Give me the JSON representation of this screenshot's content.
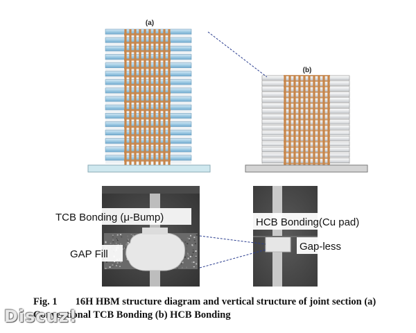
{
  "figure": {
    "panel_a_label": "(a)",
    "panel_b_label": "(b)",
    "labels": {
      "tcb_bonding": "TCB Bonding (μ-Bump)",
      "gap_fill": "GAP Fill",
      "hcb_bonding": "HCB Bonding(Cu pad)",
      "gap_less": "Gap-less"
    },
    "colors": {
      "die_blue": "#9fcbe4",
      "die_light": "#eef2f5",
      "tsv_copper": "#c8864a",
      "substrate_a": "#cfe8ef",
      "substrate_b": "#cfcfcf",
      "connector_line": "#2a3d8f"
    }
  },
  "caption": {
    "fig_number": "Fig. 1",
    "text": "16H HBM structure diagram and vertical structure of joint section (a) Conventional TCB Bonding (b) HCB Bonding"
  },
  "watermark": "Discuz!"
}
